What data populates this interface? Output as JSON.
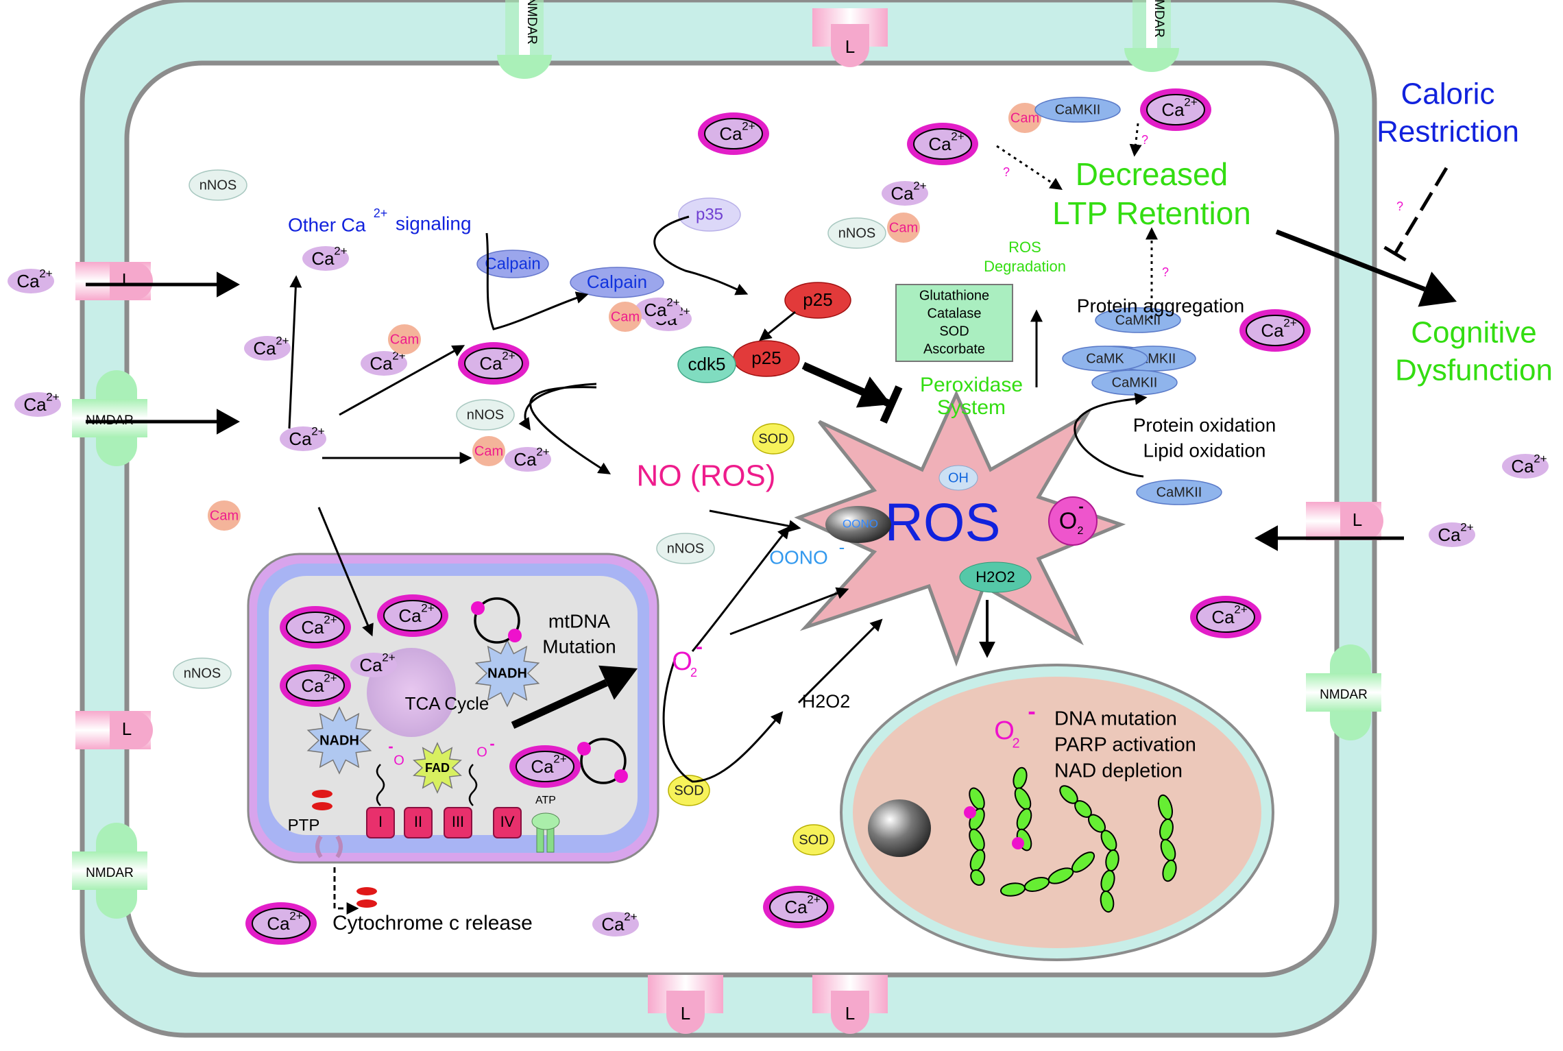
{
  "labels": {
    "ca": "Ca",
    "ca_sup": "2+",
    "cam": "Cam",
    "nnos": "nNOS",
    "nmdar": "NMDAR",
    "l": "L",
    "calpain": "Calpain",
    "p35": "p35",
    "p25": "p25",
    "cdk5": "cdk5",
    "camkii": "CaMKII",
    "camk_partial": "CaMK",
    "sod": "SOD",
    "other_signaling_pre": "Other Ca",
    "other_signaling_sup": "2+",
    "other_signaling_post": "signaling",
    "no_ros": "NO (ROS)",
    "oono": "OONO",
    "oono_sup": "-",
    "o2": "O",
    "o2_sub": "2",
    "o2_sup": "-",
    "h2o2": "H2O2",
    "h2o2_hub": "H2O2",
    "oh": "OH",
    "ros": "ROS",
    "ros_degradation_1": "ROS",
    "ros_degradation_2": "Degradation",
    "peroxidase_1": "Peroxidase",
    "peroxidase_2": "System",
    "antioxidants": [
      "Glutathione",
      "Catalase",
      "SOD",
      "Ascorbate"
    ],
    "decreased_ltp_1": "Decreased",
    "decreased_ltp_2": "LTP Retention",
    "caloric_1": "Caloric",
    "caloric_2": "Restriction",
    "cognitive_1": "Cognitive",
    "cognitive_2": "Dysfunction",
    "protein_aggregation": "Protein aggregation",
    "protein_oxidation": "Protein oxidation",
    "lipid_oxidation": "Lipid oxidation",
    "question": "?",
    "mtdna_1": "mtDNA",
    "mtdna_2": "Mutation",
    "tca": "TCA Cycle",
    "nadh": "NADH",
    "fad": "FAD",
    "complexes": [
      "I",
      "II",
      "III",
      "IV"
    ],
    "atp": "ATP",
    "ptp": "PTP",
    "cyt_c": "Cytochrome c release",
    "nucleus_effects": [
      "DNA mutation",
      "PARP activation",
      "NAD depletion"
    ]
  },
  "colors": {
    "membrane_fill": "#c8eee8",
    "membrane_stroke": "#8c8c8c",
    "ca_fill": "#d9b3e8",
    "ca_ring": "#e21fc8",
    "cam_fill": "#f4b49a",
    "nnos_fill": "#e6f2ee",
    "calpain_fill": "#9ba6ec",
    "p25_fill": "#e23a3a",
    "cdk5_fill": "#80dcc0",
    "camkii_fill": "#8fb4ec",
    "sod_fill": "#f7f25a",
    "ros_fill": "#f0b0b8",
    "green_text": "#33dd11",
    "blue_text": "#1122dd",
    "magenta_text": "#ee1c8c",
    "nucleus_fill": "#ecc8ba",
    "mito_outer": "#d8a4ec",
    "mito_inner": "#a8b4f4",
    "mito_matrix": "#e2e2e2",
    "complex_fill": "#e8306c",
    "dna_fill": "#66ee33",
    "nmdar_fill": "#aaf0b8",
    "l_channel_fill": "#f5a8cc"
  }
}
